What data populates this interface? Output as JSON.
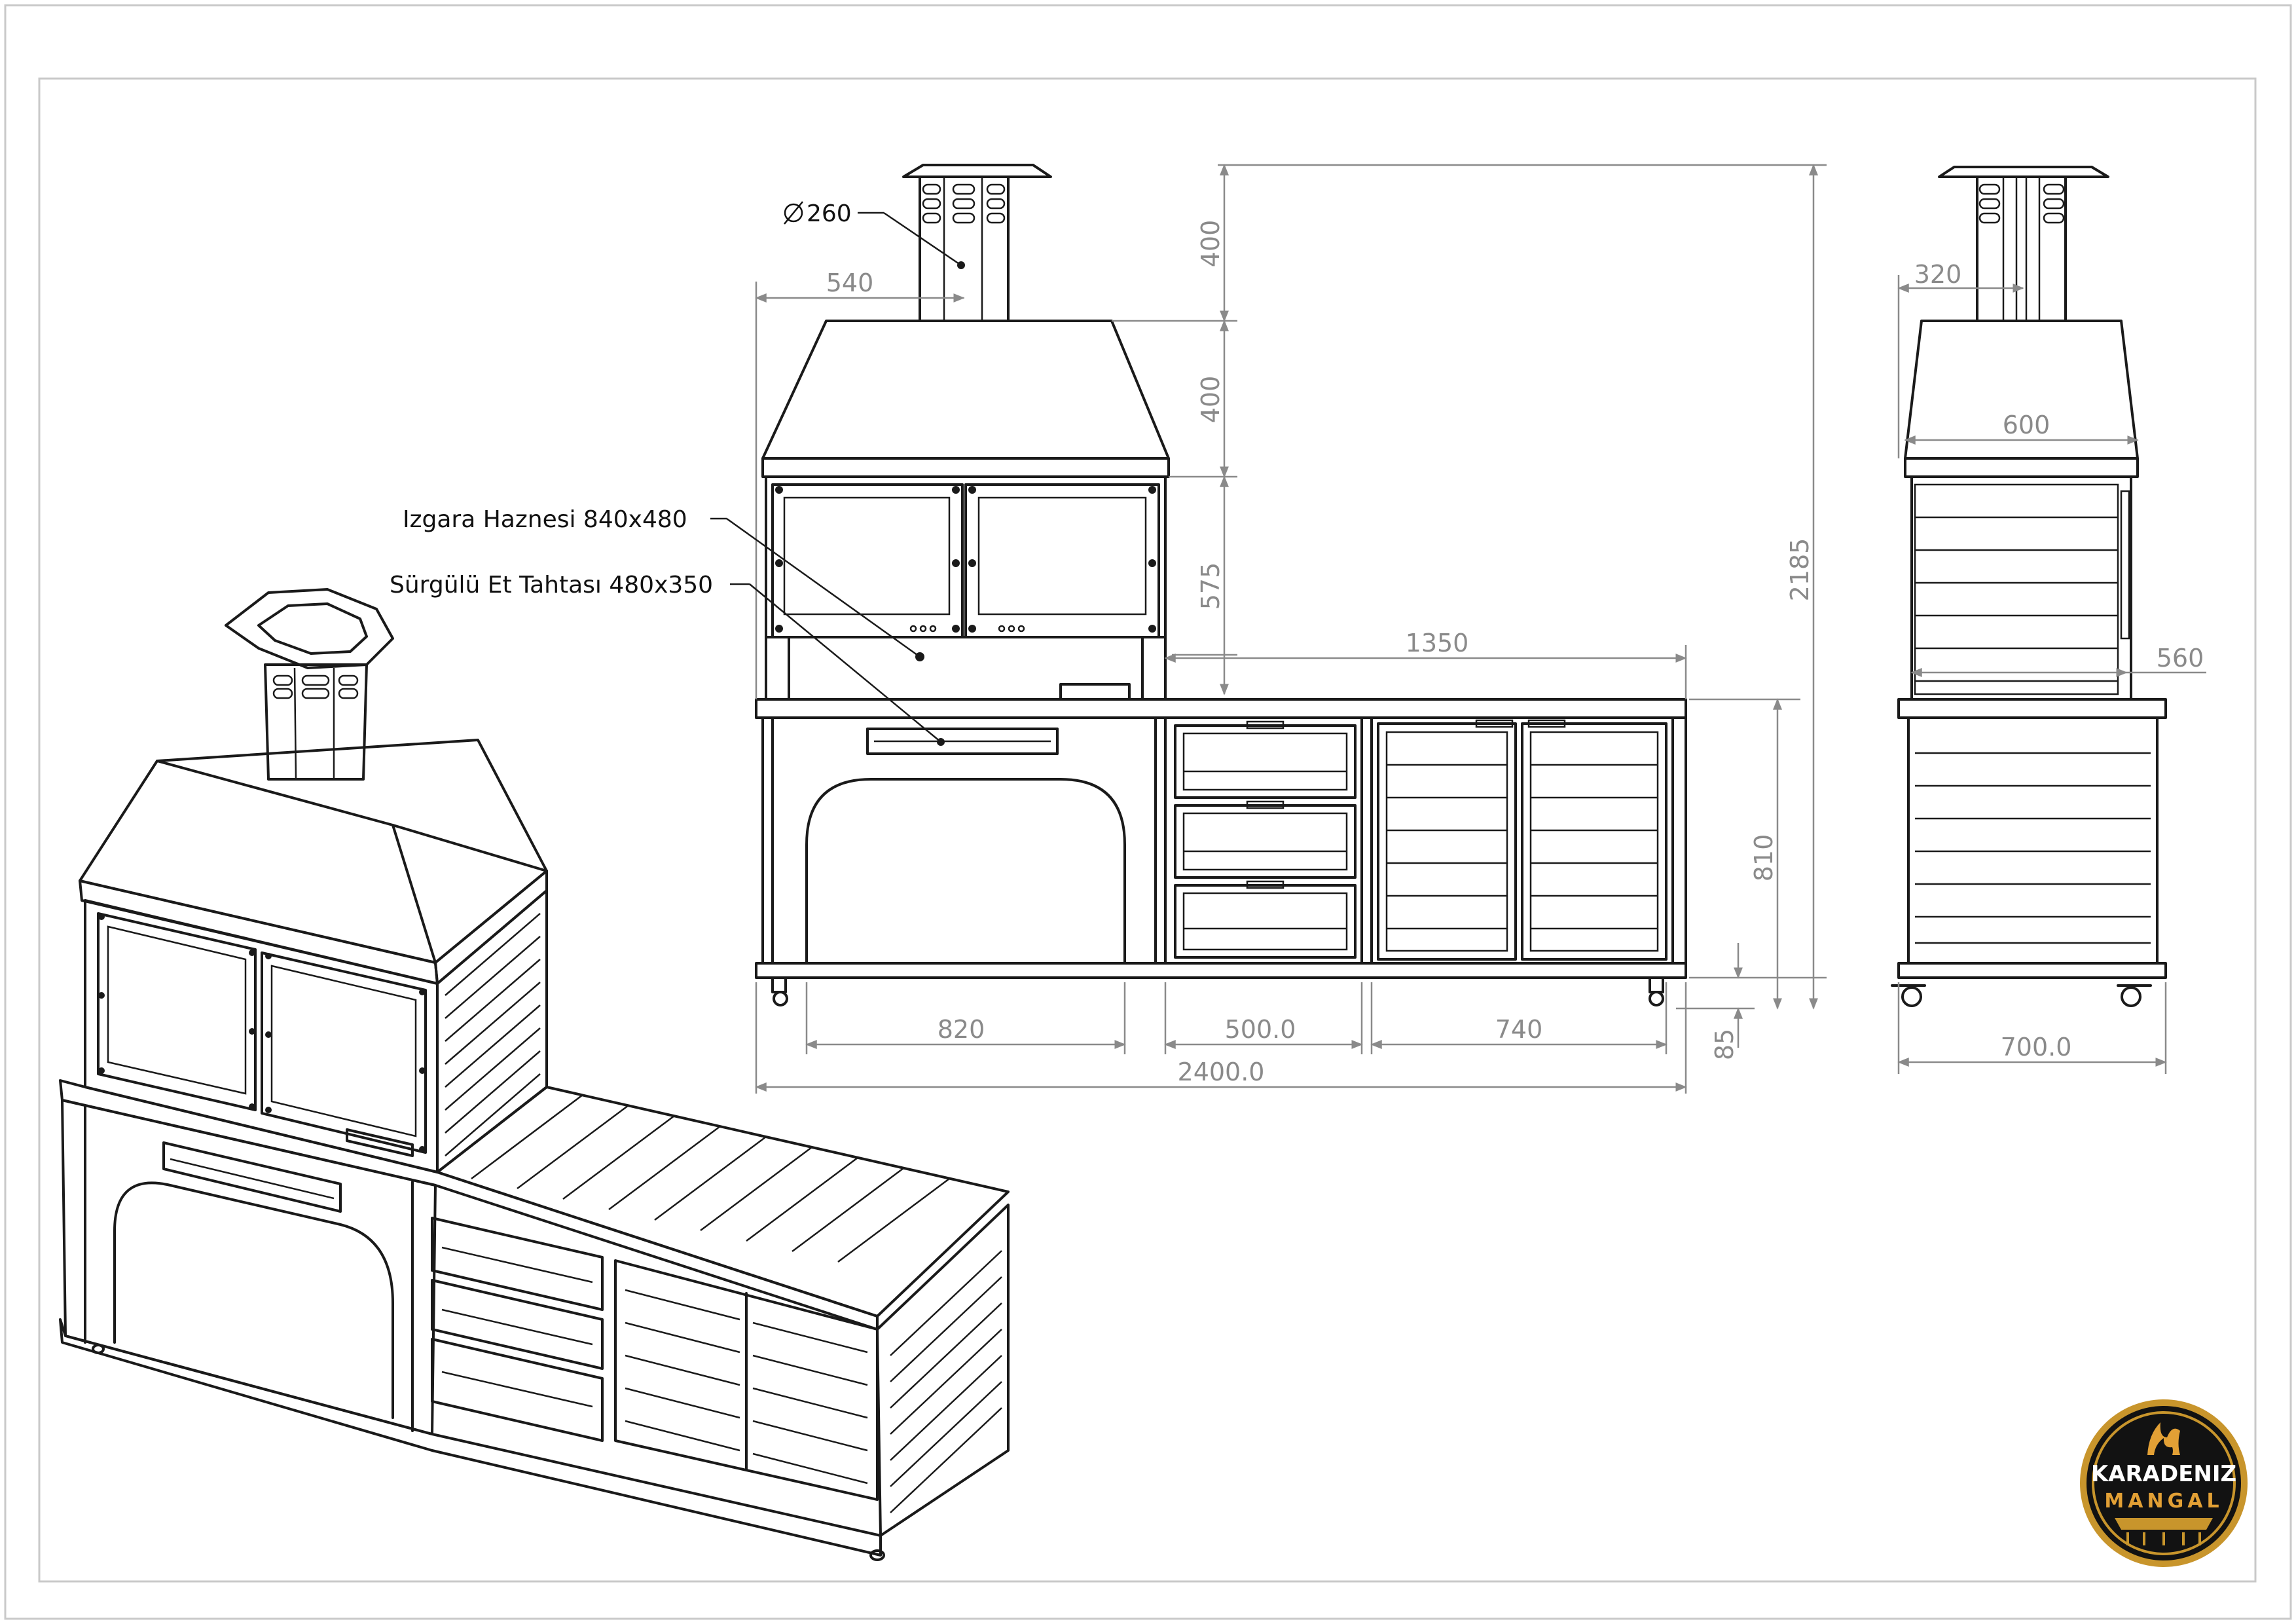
{
  "labels": {
    "izgara": "Izgara Haznesi 840x480",
    "surgulu": "Sürgülü Et Tahtası 480x350"
  },
  "dimensions": {
    "chimney_diameter": "260",
    "chimney_offset": "540",
    "chimney_height": "400",
    "hood_height": "400",
    "grill_height": "575",
    "counter_length": "1350",
    "total_height": "2185",
    "counter_height": "810",
    "base_height": "85",
    "arch_width": "820",
    "drawer_width": "500.0",
    "cabinet_width": "740",
    "total_width": "2400.0",
    "side_chimney": "320",
    "side_hood": "600",
    "side_body": "560",
    "side_depth": "700.0"
  },
  "logo": {
    "line1": "KARADENIZ",
    "line2": "MANGAL",
    "colors": {
      "ring": "#c8952c",
      "bg": "#121212",
      "text": "#ffffff",
      "accent": "#e2a035"
    }
  }
}
